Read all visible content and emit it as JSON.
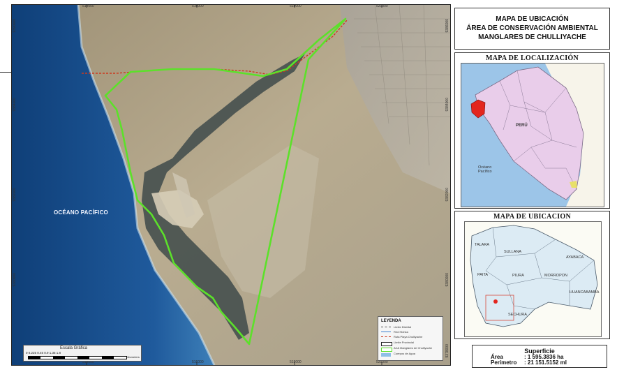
{
  "title": {
    "line1": "MAPA DE UBICACIÓN",
    "line2": "ÁREA DE CONSERVACIÓN AMBIENTAL",
    "line3": "MANGLARES DE CHULLIYACHE"
  },
  "ocean_label": "OCÉANO PACÍFICO",
  "grid": {
    "top": [
      "514000",
      "516000",
      "518000",
      "520000"
    ],
    "bottom": [
      "514000",
      "516000",
      "518000",
      "520000"
    ],
    "left": [
      "9390000",
      "9384000",
      "9382000",
      "9380000"
    ],
    "right": [
      "9386000",
      "9384000",
      "9382000",
      "9380000",
      "9378000"
    ]
  },
  "scale": {
    "title": "Escala Gráfica",
    "numbers": "0   0.225  0.45      0.9        1.35       1.8",
    "unit": "Kilometers"
  },
  "legend": {
    "title": "LEYENDA",
    "items": [
      {
        "label": "Limite Distrital",
        "color": "#555555"
      },
      {
        "label": "Red Hidrica",
        "color": "#3a7fd0"
      },
      {
        "label": "Ruta Playa Chulliyache",
        "color": "#cc3a1f"
      },
      {
        "label": "Limite Provincial",
        "color": "#222222"
      },
      {
        "label": "ACA Manglares de Chulliyache",
        "color": "#5ce12a"
      },
      {
        "label": "Cuerpos de Agua",
        "color": "#8fc0e6"
      }
    ]
  },
  "loc_map": {
    "title": "MAPA DE LOCALIZACIÓN",
    "country_label": "PERÚ",
    "ocean_label": "Océano Pacífico",
    "colors": {
      "country": "#e9cdea",
      "highlight": "#e3261f",
      "sea": "#9cc5e8",
      "neighbor": "#f7f4ea"
    }
  },
  "ubi_map": {
    "title": "MAPA DE UBICACION",
    "labels": [
      "TALARA",
      "SULLANA",
      "AYABACA",
      "PAITA",
      "PIURA",
      "MORROPON",
      "HUANCABAMBA",
      "SECHURA"
    ],
    "colors": {
      "region": "#dcebf4",
      "marker": "#e3261f",
      "box": "#d84a3a"
    }
  },
  "superficie": {
    "title": "Superficie",
    "area_label": "Área",
    "area_value": ": 1 595.3836 ha",
    "perimetro_label": "Perímetro",
    "perimetro_value": ": 21 151.5152 ml"
  },
  "colors": {
    "aca_boundary": "#5ce12a",
    "route": "#cc3a1f",
    "ocean": "#1f5a9c",
    "desert": "#b7a98d"
  }
}
